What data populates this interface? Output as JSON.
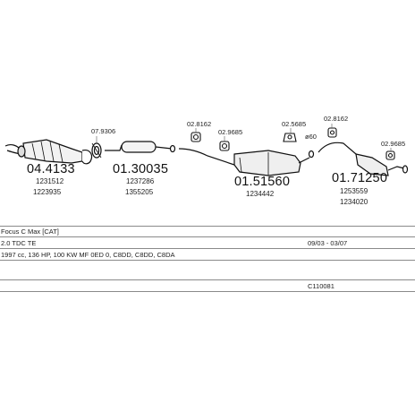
{
  "parts": [
    {
      "number": "04.4133",
      "oem": [
        "1231512",
        "1223935"
      ]
    },
    {
      "number": "01.30035",
      "oem": [
        "1237286",
        "1355205"
      ]
    },
    {
      "number": "01.51560",
      "oem": [
        "1234442"
      ]
    },
    {
      "number": "01.71250",
      "oem": [
        "1253559",
        "1234020"
      ]
    }
  ],
  "small_parts": {
    "clamp_1": "07.9306",
    "hanger_1": "02.8162",
    "hanger_2": "02.9685",
    "gasket": "02.5685",
    "hanger_3": "02.8162",
    "hanger_4": "02.9685",
    "diameter_marker": "ø60"
  },
  "vehicle": {
    "model": "Focus C Max [CAT]",
    "engine": "2.0 TDC TE",
    "date_range": "09/03 - 03/07",
    "specs": "1997 cc, 136 HP, 100 KW MF 0ED 0, C8DD, C8DD, C8DA",
    "code": "C110081"
  }
}
